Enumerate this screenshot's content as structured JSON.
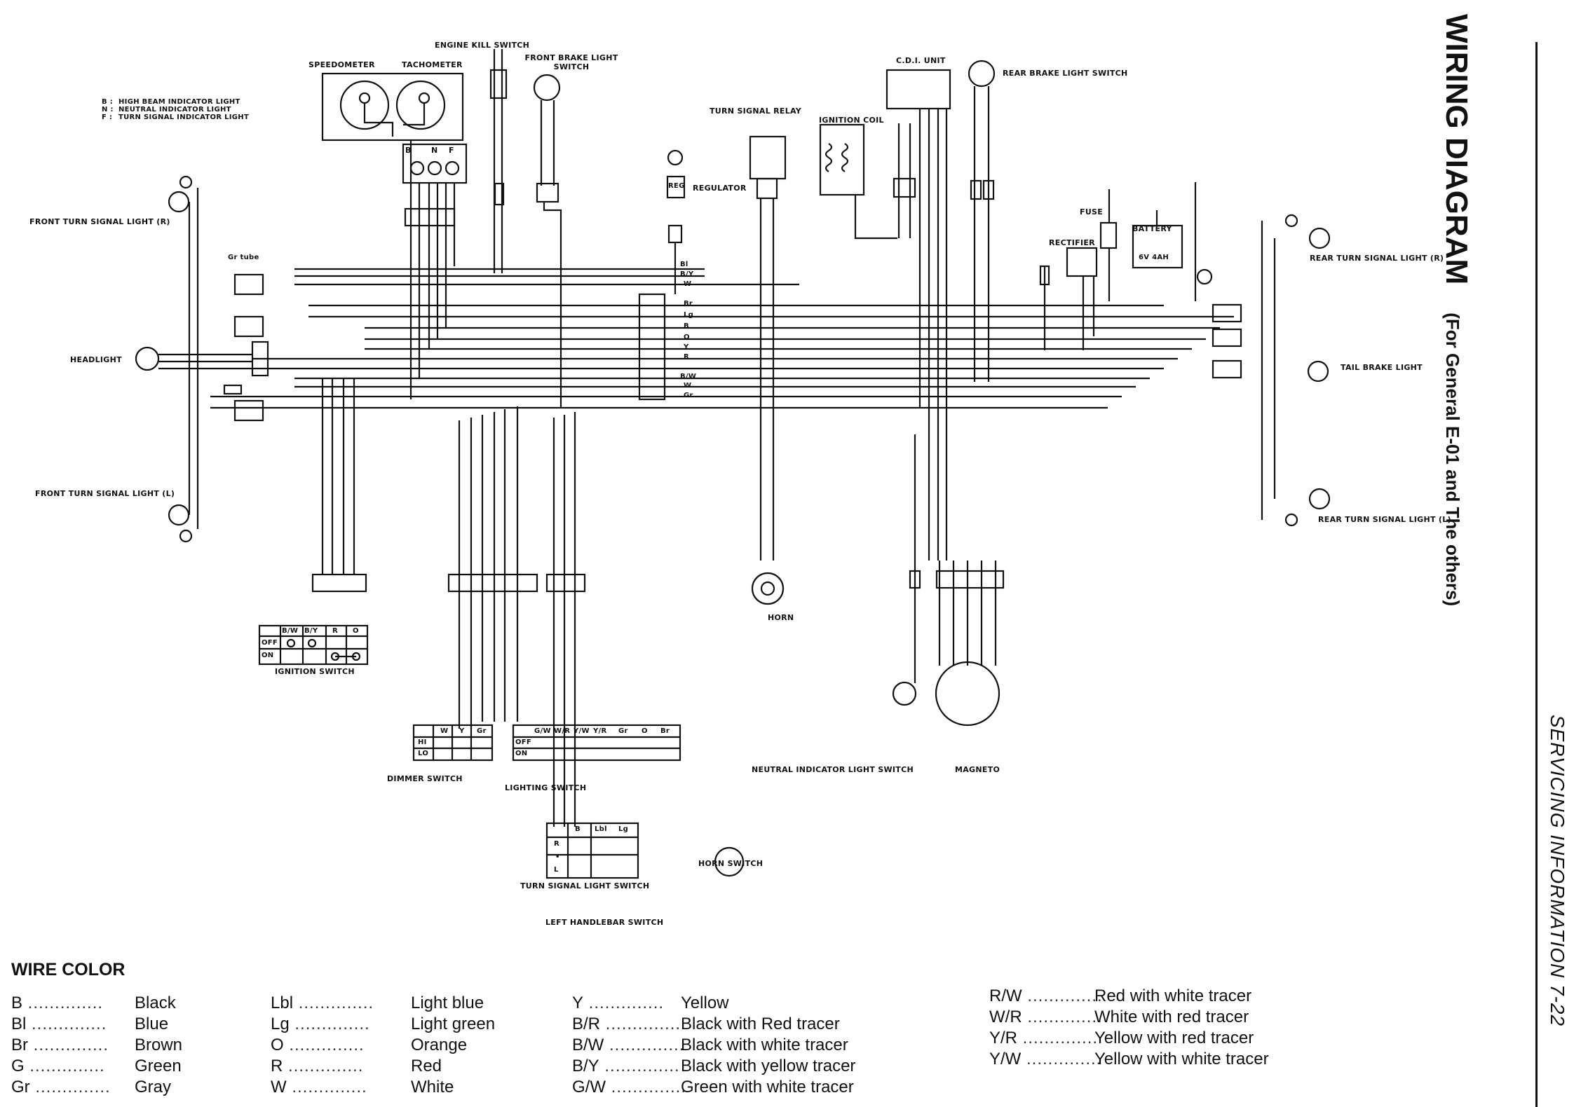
{
  "title": "WIRING DIAGRAM",
  "subtitle": "(For General E-01 and The others)",
  "side_label": "SERVICING INFORMATION 7-22",
  "indicator_key": [
    {
      "code": "B :",
      "text": "HIGH BEAM INDICATOR LIGHT"
    },
    {
      "code": "N :",
      "text": "NEUTRAL INDICATOR LIGHT"
    },
    {
      "code": "F :",
      "text": "TURN SIGNAL INDICATOR LIGHT"
    }
  ],
  "components": {
    "speedometer": "SPEEDOMETER",
    "tachometer": "TACHOMETER",
    "engine_kill_switch": "ENGINE KILL SWITCH",
    "front_brake_light_switch": "FRONT BRAKE LIGHT SWITCH",
    "turn_signal_relay": "TURN SIGNAL RELAY",
    "ignition_coil": "IGNITION COIL",
    "cdi_unit": "C.D.I. UNIT",
    "rear_brake_light_switch": "REAR BRAKE LIGHT SWITCH",
    "regulator": "REGULATOR",
    "reg": "REG",
    "fuse": "FUSE",
    "battery": "BATTERY",
    "battery_rating": "6V 4AH",
    "rectifier": "RECTIFIER",
    "front_turn_r": "FRONT TURN SIGNAL LIGHT (R)",
    "front_turn_l": "FRONT TURN SIGNAL LIGHT (L)",
    "headlight": "HEADLIGHT",
    "gr_tube": "Gr tube",
    "rear_turn_r": "REAR TURN SIGNAL LIGHT (R)",
    "rear_turn_l": "REAR TURN SIGNAL LIGHT (L)",
    "tail_brake_light": "TAIL BRAKE LIGHT",
    "ignition_switch": "IGNITION SWITCH",
    "dimmer_switch": "DIMMER SWITCH",
    "lighting_switch": "LIGHTING SWITCH",
    "horn": "HORN",
    "horn_switch": "HORN SWITCH",
    "turn_signal_light_switch": "TURN SIGNAL LIGHT SWITCH",
    "left_handlebar_switch": "LEFT HANDLEBAR SWITCH",
    "neutral_indicator_light_switch": "NEUTRAL INDICATOR LIGHT SWITCH",
    "magneto": "MAGNETO"
  },
  "switch_tables": {
    "ignition": {
      "headers": [
        "B/W",
        "B/Y",
        "R",
        "O"
      ],
      "rows": [
        "OFF",
        "ON"
      ]
    },
    "dimmer": {
      "headers": [
        "W",
        "Y",
        "Gr"
      ],
      "rows": [
        "HI",
        "LO"
      ]
    },
    "lighting": {
      "headers": [
        "G/W",
        "W/R",
        "Y/W",
        "Y/R",
        "Gr",
        "O",
        "Br"
      ],
      "rows": [
        "OFF",
        "ON"
      ]
    },
    "turn_signal": {
      "headers": [
        "B",
        "Lbl",
        "Lg"
      ],
      "rows": [
        "R",
        "•",
        "L"
      ]
    }
  },
  "indicator_lights": [
    "B",
    "N",
    "F"
  ],
  "wire_bus_labels": [
    "Bl",
    "B/Y",
    "W",
    "Br",
    "Lg",
    "B",
    "O",
    "Y",
    "R",
    "B/W",
    "W",
    "Gr"
  ],
  "wire_color_title": "WIRE COLOR",
  "wire_colors": [
    [
      {
        "code": "B",
        "name": "Black"
      },
      {
        "code": "Bl",
        "name": "Blue"
      },
      {
        "code": "Br",
        "name": "Brown"
      },
      {
        "code": "G",
        "name": "Green"
      },
      {
        "code": "Gr",
        "name": "Gray"
      }
    ],
    [
      {
        "code": "Lbl",
        "name": "Light blue"
      },
      {
        "code": "Lg",
        "name": "Light green"
      },
      {
        "code": "O",
        "name": "Orange"
      },
      {
        "code": "R",
        "name": "Red"
      },
      {
        "code": "W",
        "name": "White"
      }
    ],
    [
      {
        "code": "Y",
        "name": "Yellow"
      },
      {
        "code": "B/R",
        "name": "Black with Red tracer"
      },
      {
        "code": "B/W",
        "name": "Black with white tracer"
      },
      {
        "code": "B/Y",
        "name": "Black with yellow tracer"
      },
      {
        "code": "G/W",
        "name": "Green with white tracer"
      }
    ],
    [
      {
        "code": "R/W",
        "name": "Red with white tracer"
      },
      {
        "code": "W/R",
        "name": "White with red tracer"
      },
      {
        "code": "Y/R",
        "name": "Yellow with red tracer"
      },
      {
        "code": "Y/W",
        "name": "Yellow with white tracer"
      }
    ]
  ]
}
